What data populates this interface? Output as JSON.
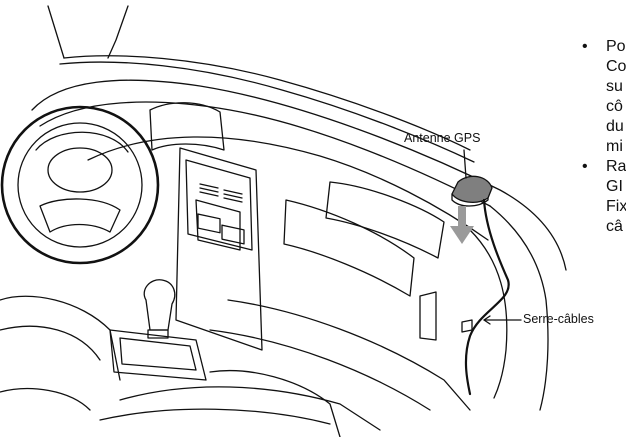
{
  "labels": {
    "antenna": "Antenne GPS",
    "cable_ties": "Serre-câbles"
  },
  "notes": [
    {
      "bullet": "•",
      "lines": [
        "Po",
        "Co",
        "su",
        "cô",
        "du",
        "mi"
      ]
    },
    {
      "bullet": "•",
      "lines": [
        "Ra",
        "GI",
        "Fix",
        "câ"
      ]
    }
  ],
  "colors": {
    "line_art": "#111111",
    "arrow": "#9a9a9a",
    "antenna_top": "#7f7f7f"
  }
}
